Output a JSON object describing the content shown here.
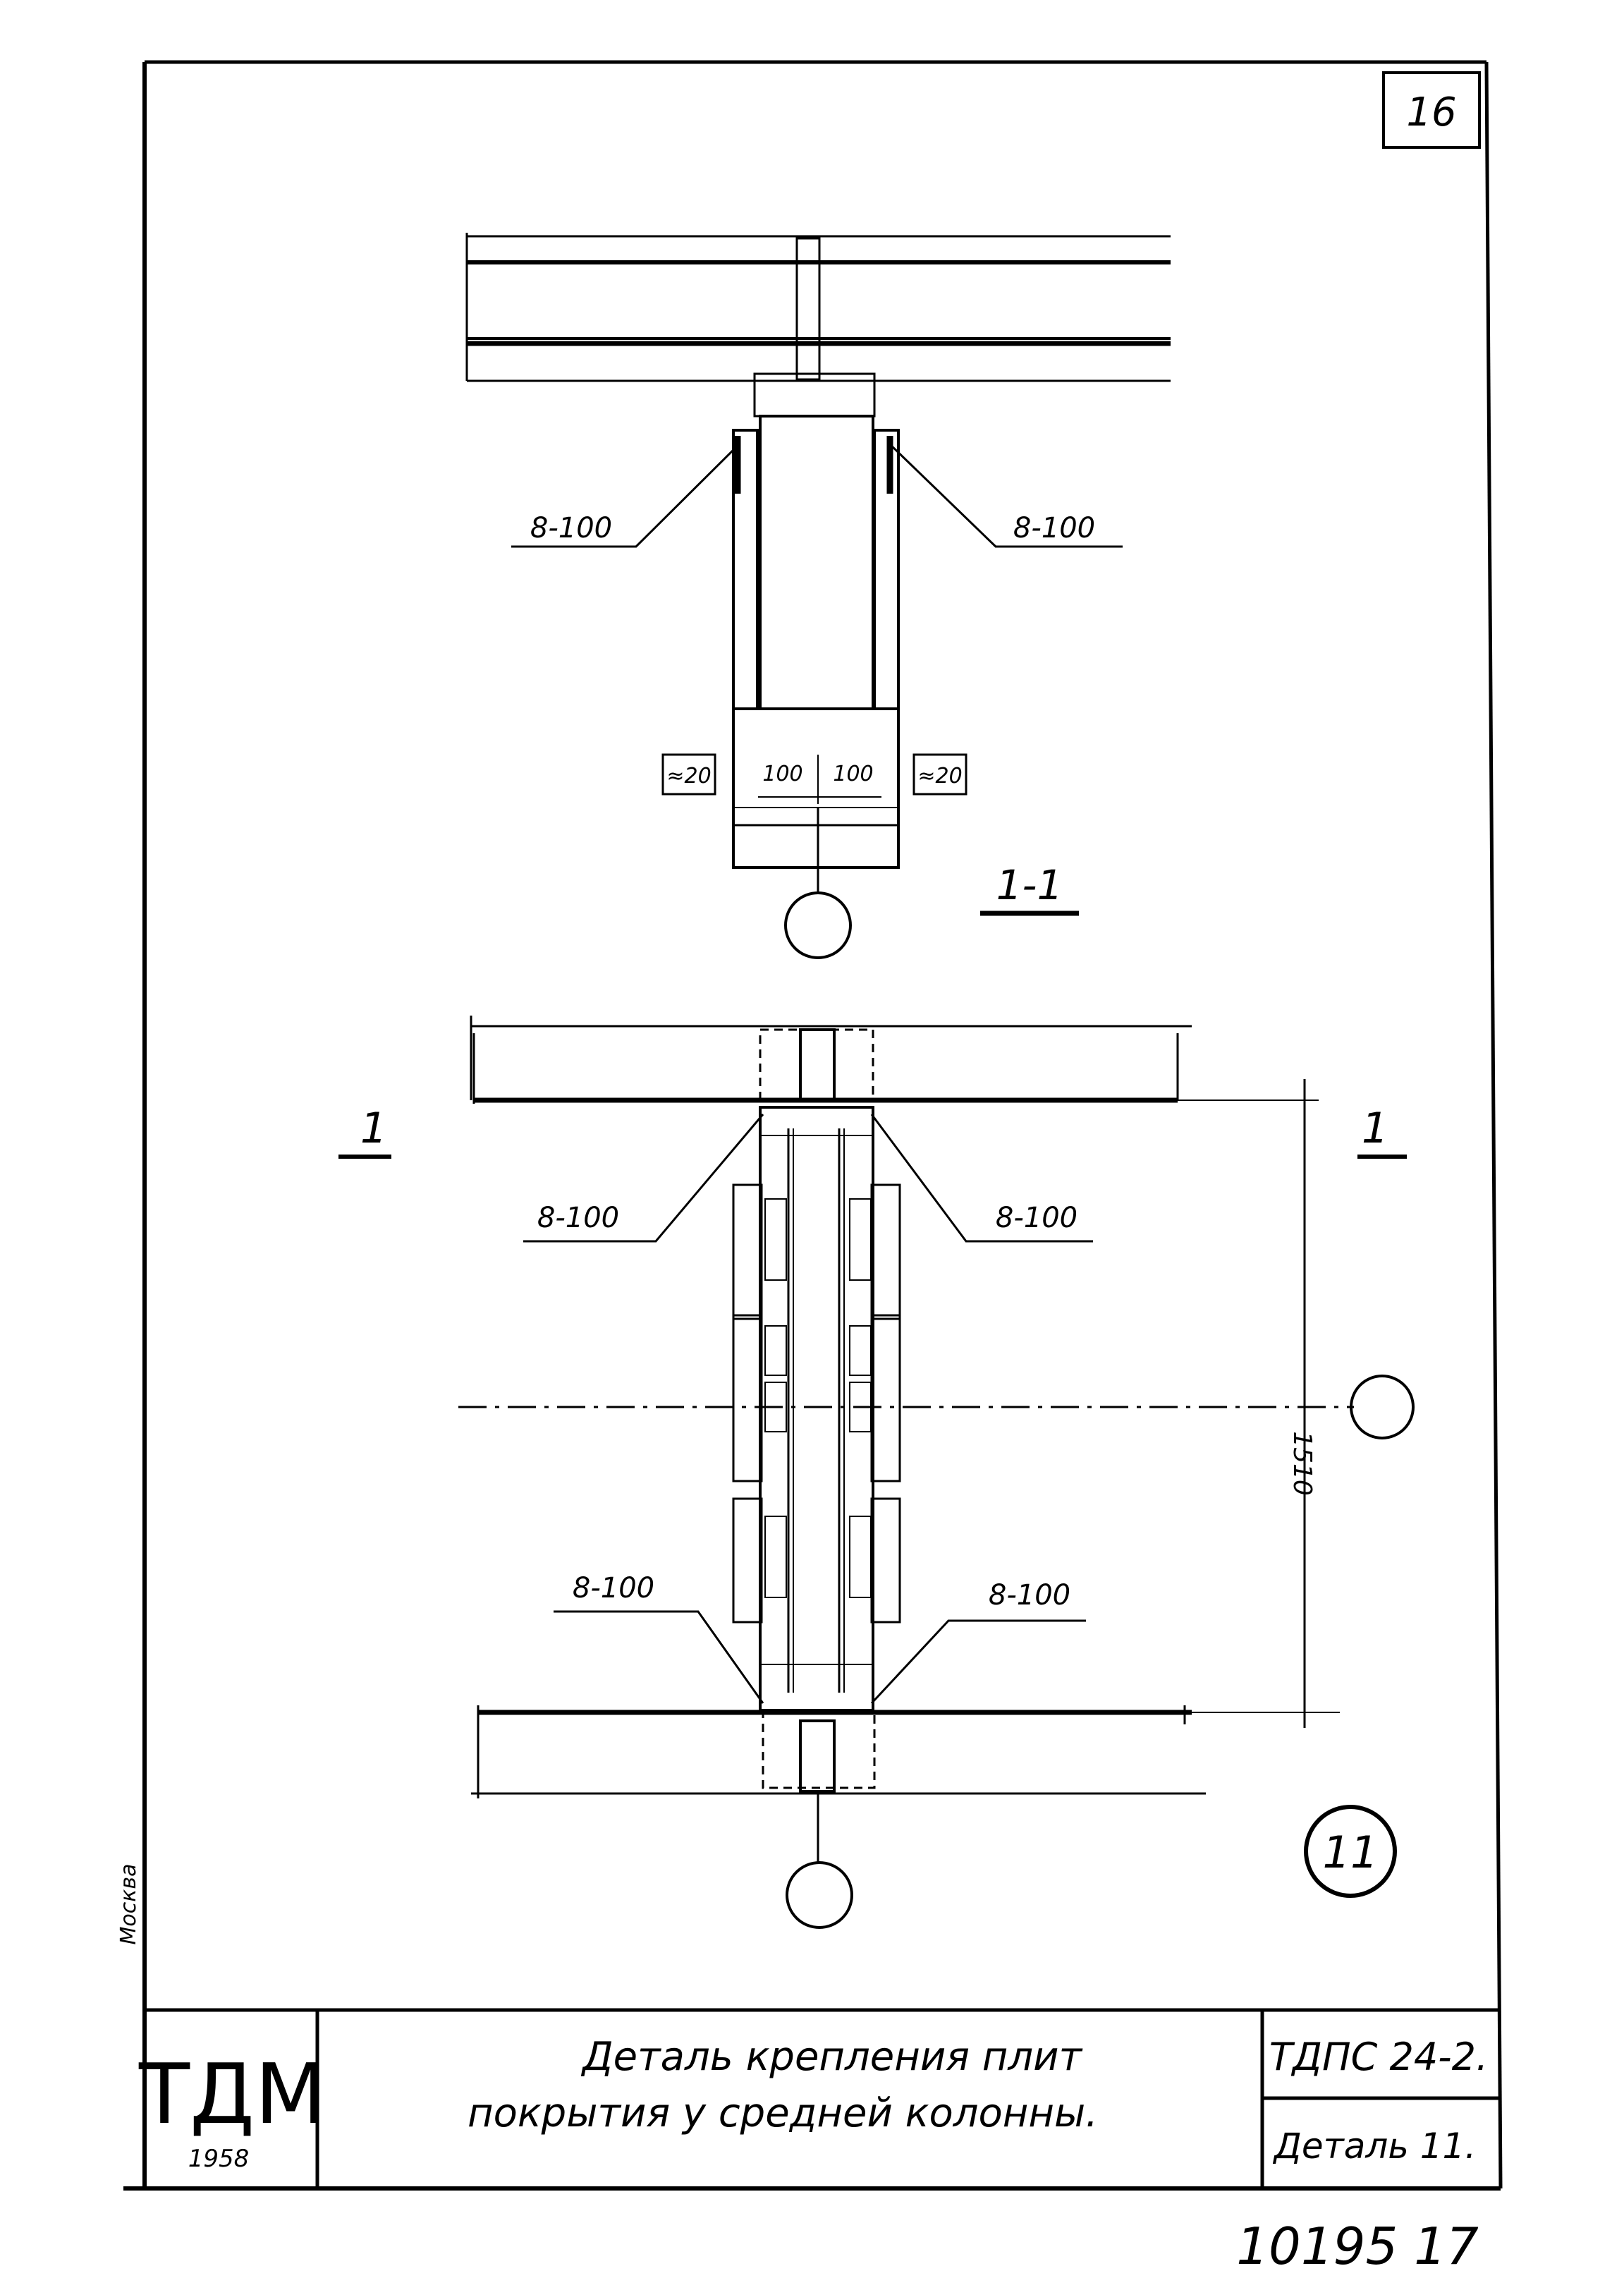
{
  "sheet": {
    "page_number": "16",
    "bottom_number": "10195 17",
    "margin_left_text": "Москва"
  },
  "title_block": {
    "logo": "ТДМ",
    "year": "1958",
    "title_line1": "Деталь крепления плит",
    "title_line2": "покрытия у средней колонны.",
    "code": "ТДПС 24-2.",
    "detail": "Деталь 11."
  },
  "section_top": {
    "label_left": "8-100",
    "label_right": "8-100",
    "dim_left": "≈20",
    "dim_mid_left": "100",
    "dim_mid_right": "100",
    "dim_right": "≈20",
    "section_name": "1-1"
  },
  "plan_bottom": {
    "cut_mark_left": "1",
    "cut_mark_right": "1",
    "label_upper_left": "8-100",
    "label_upper_right": "8-100",
    "label_lower_left": "8-100",
    "label_lower_right": "8-100",
    "dimension": "1510",
    "detail_number": "11"
  },
  "colors": {
    "ink": "#000000",
    "paper": "#ffffff"
  }
}
